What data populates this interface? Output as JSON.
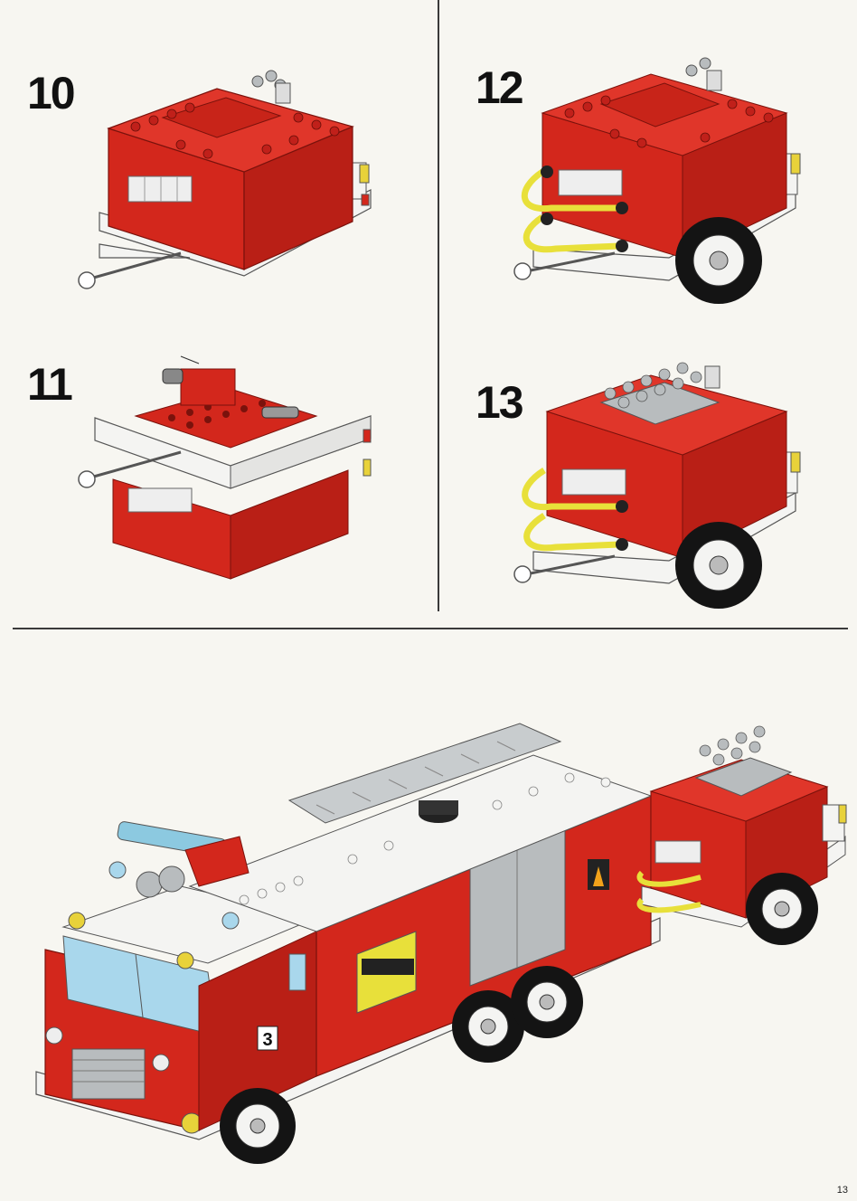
{
  "steps": [
    {
      "number": "10"
    },
    {
      "number": "11"
    },
    {
      "number": "12"
    },
    {
      "number": "13"
    }
  ],
  "truck": {
    "cab_number": "3"
  },
  "page_number": "13",
  "colors": {
    "brick_red": "#d3271c",
    "brick_dark": "#9e150e",
    "white_brick": "#f4f4f2",
    "gray_brick": "#b8bcbe",
    "hose_yellow": "#e8e03a",
    "tire_black": "#141414",
    "window_blue": "#a9d7ec",
    "line": "#3a3a3a"
  }
}
